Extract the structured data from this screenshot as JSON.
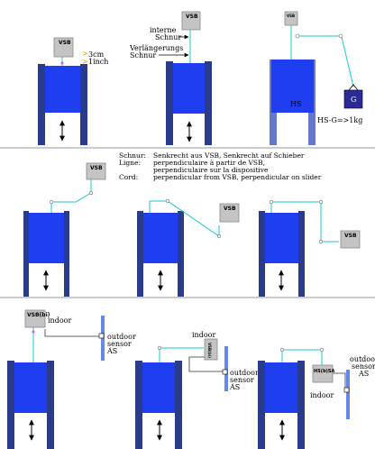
{
  "labels": {
    "vsb": "VSB",
    "vsb_bi": "VSB(bi)",
    "dim_3cm": "3cm",
    "dim_1inch": "1inch",
    "interne_schnur_1": "interne",
    "interne_schnur_2": "Schnur",
    "verlaengerung_1": "Verlängerungs",
    "verlaengerung_2": "Schnur",
    "weight": "G",
    "hs": "HS",
    "hs_formula": "HS-G=>1kg",
    "indoor": "indoor",
    "outdoor_sensor_1": "outdoor",
    "outdoor_sensor_2": "sensor",
    "outdoor_sensor_3": "AS",
    "hs_as": "HS(b)SA"
  },
  "legend": {
    "de_key": "Schnur:",
    "de_text": "Senkrecht aus VSB, Senkrecht auf Schieber",
    "fr_key": "Ligne:",
    "fr_text1": "perpendiculaire à partir de VSB,",
    "fr_text2": "perpendiculaire sur la dispositive",
    "en_key": "Cord:",
    "en_text": "perpendicular from VSB, perpendicular on slider"
  },
  "colors": {
    "window_blue": "#1f3ef0",
    "frame_blue": "#2a3b8a",
    "cord": "#19c9c9",
    "box_gray": "#c4c4c4",
    "sensor_blue": "#6688ee",
    "weight_blue": "#2a2a9a",
    "separator": "#999999"
  }
}
